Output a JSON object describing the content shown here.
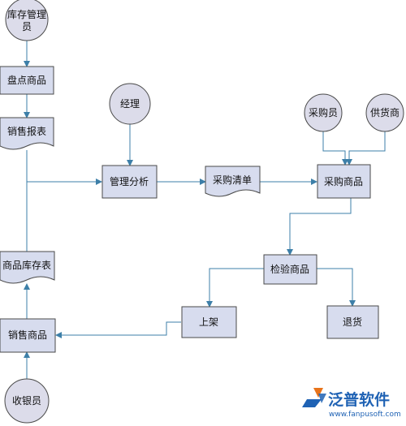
{
  "colors": {
    "node_fill": "#d7dcee",
    "node_stroke": "#4a4a4a",
    "circle_fill": "#dcdcea",
    "arrow": "#3d7fa8",
    "logo_blue": "#1f62b4",
    "logo_orange": "#e8731a"
  },
  "nodes": {
    "kucun_guanliyuan_l1": "库存管理",
    "kucun_guanliyuan_l2": "员",
    "pandian": "盘点商品",
    "xiaoshou_baobiao": "销售报表",
    "jingli": "经理",
    "guanli_fenxi": "管理分析",
    "caigou_qingdan": "采购清单",
    "caigouyuan": "采购员",
    "gonghuoshang": "供货商",
    "caigou_shangpin": "采购商品",
    "jianyan_shangpin": "检验商品",
    "shangpin_kucunbiao": "商品库存表",
    "shangjia": "上架",
    "tuihuo": "退货",
    "xiaoshou_shangpin": "销售商品",
    "shouyinyuan": "收银员"
  },
  "logo": {
    "name": "泛普软件",
    "site": "www.fanpusoft.com"
  }
}
